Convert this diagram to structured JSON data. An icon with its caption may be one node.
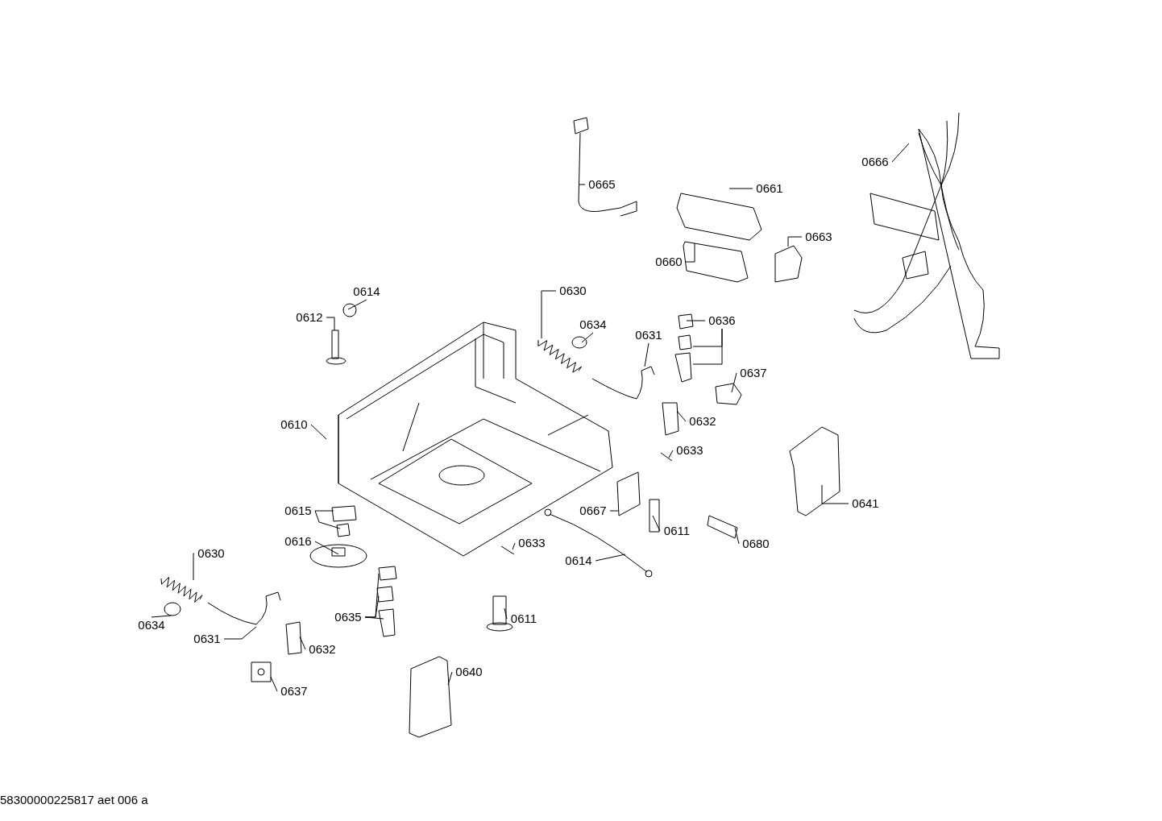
{
  "diagram": {
    "nodes": [
      {
        "text": [
          "0666"
        ]
      },
      {
        "text": [
          "0665"
        ]
      },
      {
        "text": [
          "0661"
        ]
      },
      {
        "text": [
          "0663"
        ]
      },
      {
        "text": [
          "0660"
        ]
      },
      {
        "text": [
          "0630"
        ]
      },
      {
        "text": [
          "0614"
        ]
      },
      {
        "text": [
          "0612"
        ]
      },
      {
        "text": [
          "0634"
        ]
      },
      {
        "text": [
          "0636"
        ]
      },
      {
        "text": [
          "0631"
        ]
      },
      {
        "text": [
          "0637"
        ]
      },
      {
        "text": [
          "0632"
        ]
      },
      {
        "text": [
          "0610"
        ]
      },
      {
        "text": [
          "0633"
        ]
      },
      {
        "text": [
          "0641"
        ]
      },
      {
        "text": [
          "0667"
        ]
      },
      {
        "text": [
          "0615"
        ]
      },
      {
        "text": [
          "0611"
        ]
      },
      {
        "text": [
          "0680"
        ]
      },
      {
        "text": [
          "0616"
        ]
      },
      {
        "text": [
          "0633"
        ]
      },
      {
        "text": [
          "0630"
        ]
      },
      {
        "text": [
          "0614"
        ]
      },
      {
        "text": [
          "0635"
        ]
      },
      {
        "text": [
          "0611"
        ]
      },
      {
        "text": [
          "0634"
        ]
      },
      {
        "text": [
          "0631"
        ]
      },
      {
        "text": [
          "0632"
        ]
      },
      {
        "text": [
          "0640"
        ]
      },
      {
        "text": [
          "0637"
        ]
      }
    ],
    "edges": [
      {
        "from": 0,
        "to": null,
        "arrow": "none"
      },
      {
        "from": 1,
        "to": null,
        "arrow": "none"
      },
      {
        "from": 2,
        "to": null,
        "arrow": "none"
      },
      {
        "from": 3,
        "to": null,
        "arrow": "none"
      },
      {
        "from": 4,
        "to": null,
        "arrow": "none"
      },
      {
        "from": 5,
        "to": null,
        "arrow": "none"
      },
      {
        "from": 6,
        "to": null,
        "arrow": "none"
      },
      {
        "from": 7,
        "to": null,
        "arrow": "none"
      },
      {
        "from": 8,
        "to": null,
        "arrow": "none"
      },
      {
        "from": 9,
        "to": null,
        "arrow": "none"
      },
      {
        "from": 9,
        "to": null,
        "arrow": "none"
      },
      {
        "from": 9,
        "to": null,
        "arrow": "none"
      },
      {
        "from": 10,
        "to": null,
        "arrow": "none"
      },
      {
        "from": 11,
        "to": null,
        "arrow": "none"
      },
      {
        "from": 12,
        "to": null,
        "arrow": "none"
      },
      {
        "from": 13,
        "to": null,
        "arrow": "none"
      },
      {
        "from": 14,
        "to": null,
        "arrow": "none"
      },
      {
        "from": 15,
        "to": null,
        "arrow": "none"
      },
      {
        "from": 16,
        "to": null,
        "arrow": "none"
      },
      {
        "from": 17,
        "to": null,
        "arrow": "none"
      },
      {
        "from": 17,
        "to": null,
        "arrow": "none"
      },
      {
        "from": 18,
        "to": null,
        "arrow": "none"
      },
      {
        "from": 19,
        "to": null,
        "arrow": "none"
      },
      {
        "from": 20,
        "to": null,
        "arrow": "none"
      },
      {
        "from": 21,
        "to": null,
        "arrow": "none"
      },
      {
        "from": 22,
        "to": null,
        "arrow": "none"
      },
      {
        "from": 23,
        "to": null,
        "arrow": "none"
      },
      {
        "from": 24,
        "to": null,
        "arrow": "none"
      },
      {
        "from": 24,
        "to": null,
        "arrow": "none"
      },
      {
        "from": 24,
        "to": null,
        "arrow": "none"
      },
      {
        "from": 25,
        "to": null,
        "arrow": "none"
      },
      {
        "from": 26,
        "to": null,
        "arrow": "none"
      },
      {
        "from": 27,
        "to": null,
        "arrow": "none"
      },
      {
        "from": 28,
        "to": null,
        "arrow": "none"
      },
      {
        "from": 29,
        "to": null,
        "arrow": "none"
      },
      {
        "from": 30,
        "to": null,
        "arrow": "none"
      }
    ],
    "labels": [
      "58300000225817 aet 006 a"
    ]
  }
}
